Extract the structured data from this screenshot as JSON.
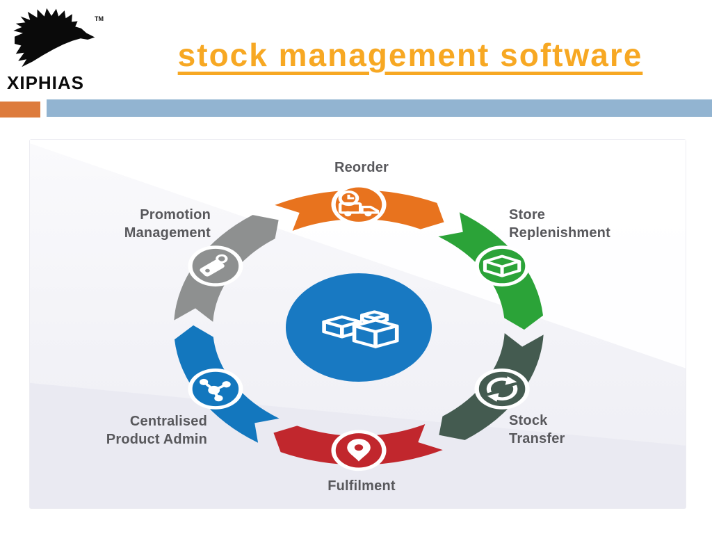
{
  "slide": {
    "logo": {
      "brand": "XIPHIAS",
      "trademark": "TM",
      "icon": "eagle-logo-icon"
    },
    "title": {
      "text": "stock management software",
      "color": "#F7A823"
    },
    "accent_bars": {
      "orange": "#DD7B3C",
      "blue": "#92B4D1"
    },
    "diagram": {
      "center": {
        "icon": "package-boxes-icon",
        "color": "#1879C2"
      },
      "segments": [
        {
          "id": "reorder",
          "angle": 0,
          "color": "#E8731E",
          "icon": "delivery-truck-icon",
          "label_lines": [
            "Reorder"
          ]
        },
        {
          "id": "store-replenishment",
          "angle": 60,
          "color": "#2BA338",
          "icon": "package-box-icon",
          "label_lines": [
            "Store",
            "Replenishment"
          ]
        },
        {
          "id": "stock-transfer",
          "angle": 120,
          "color": "#445B50",
          "icon": "transfer-arrows-icon",
          "label_lines": [
            "Stock",
            "Transfer"
          ]
        },
        {
          "id": "fulfilment",
          "angle": 180,
          "color": "#C1272D",
          "icon": "location-pin-icon",
          "label_lines": [
            "Fulfilment"
          ]
        },
        {
          "id": "centralised-product-admin",
          "angle": 240,
          "color": "#1377BE",
          "icon": "network-nodes-icon",
          "label_lines": [
            "Centralised",
            "Product Admin"
          ]
        },
        {
          "id": "promotion-management",
          "angle": 300,
          "color": "#8E9090",
          "icon": "price-tag-icon",
          "label_lines": [
            "Promotion",
            "Management"
          ]
        }
      ]
    }
  }
}
